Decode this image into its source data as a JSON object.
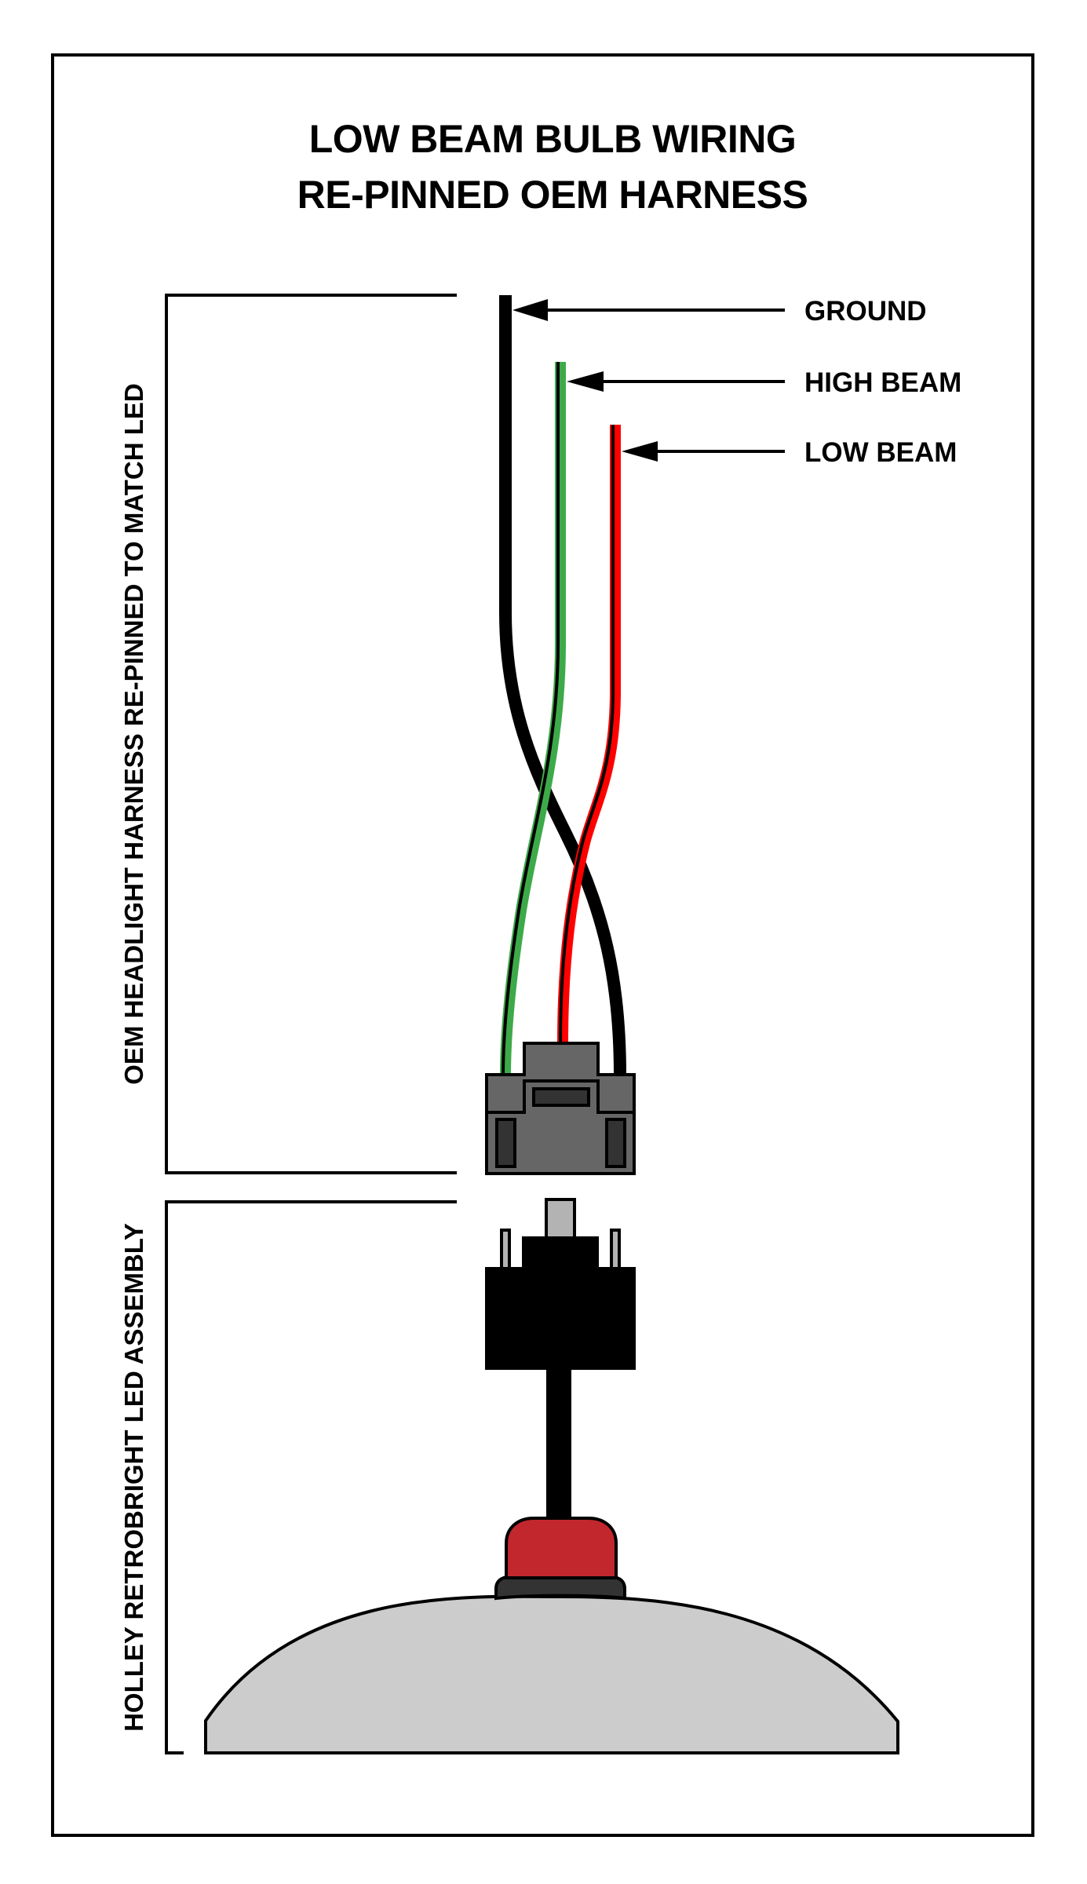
{
  "title": {
    "line1": "LOW BEAM BULB WIRING",
    "line2": "RE-PINNED OEM HARNESS"
  },
  "sections": {
    "harness_label": "OEM HEADLIGHT HARNESS RE-PINNED TO MATCH LED",
    "led_label": "HOLLEY RETROBRIGHT LED ASSEMBLY"
  },
  "wires": [
    {
      "id": "ground",
      "label": "GROUND",
      "color": "#000000",
      "stripe": null
    },
    {
      "id": "high-beam",
      "label": "HIGH BEAM",
      "color": "#3daa4a",
      "stripe": "#000000"
    },
    {
      "id": "low-beam",
      "label": "LOW BEAM",
      "color": "#ff0000",
      "stripe": "#000000"
    }
  ],
  "colors": {
    "outline": "#000000",
    "connector_body": "#666666",
    "connector_slot": "#333333",
    "led_plug": "#000000",
    "led_pin": "#b3b3b3",
    "led_cap": "#c1272d",
    "led_collar": "#333333",
    "reflector": "#cccccc"
  }
}
